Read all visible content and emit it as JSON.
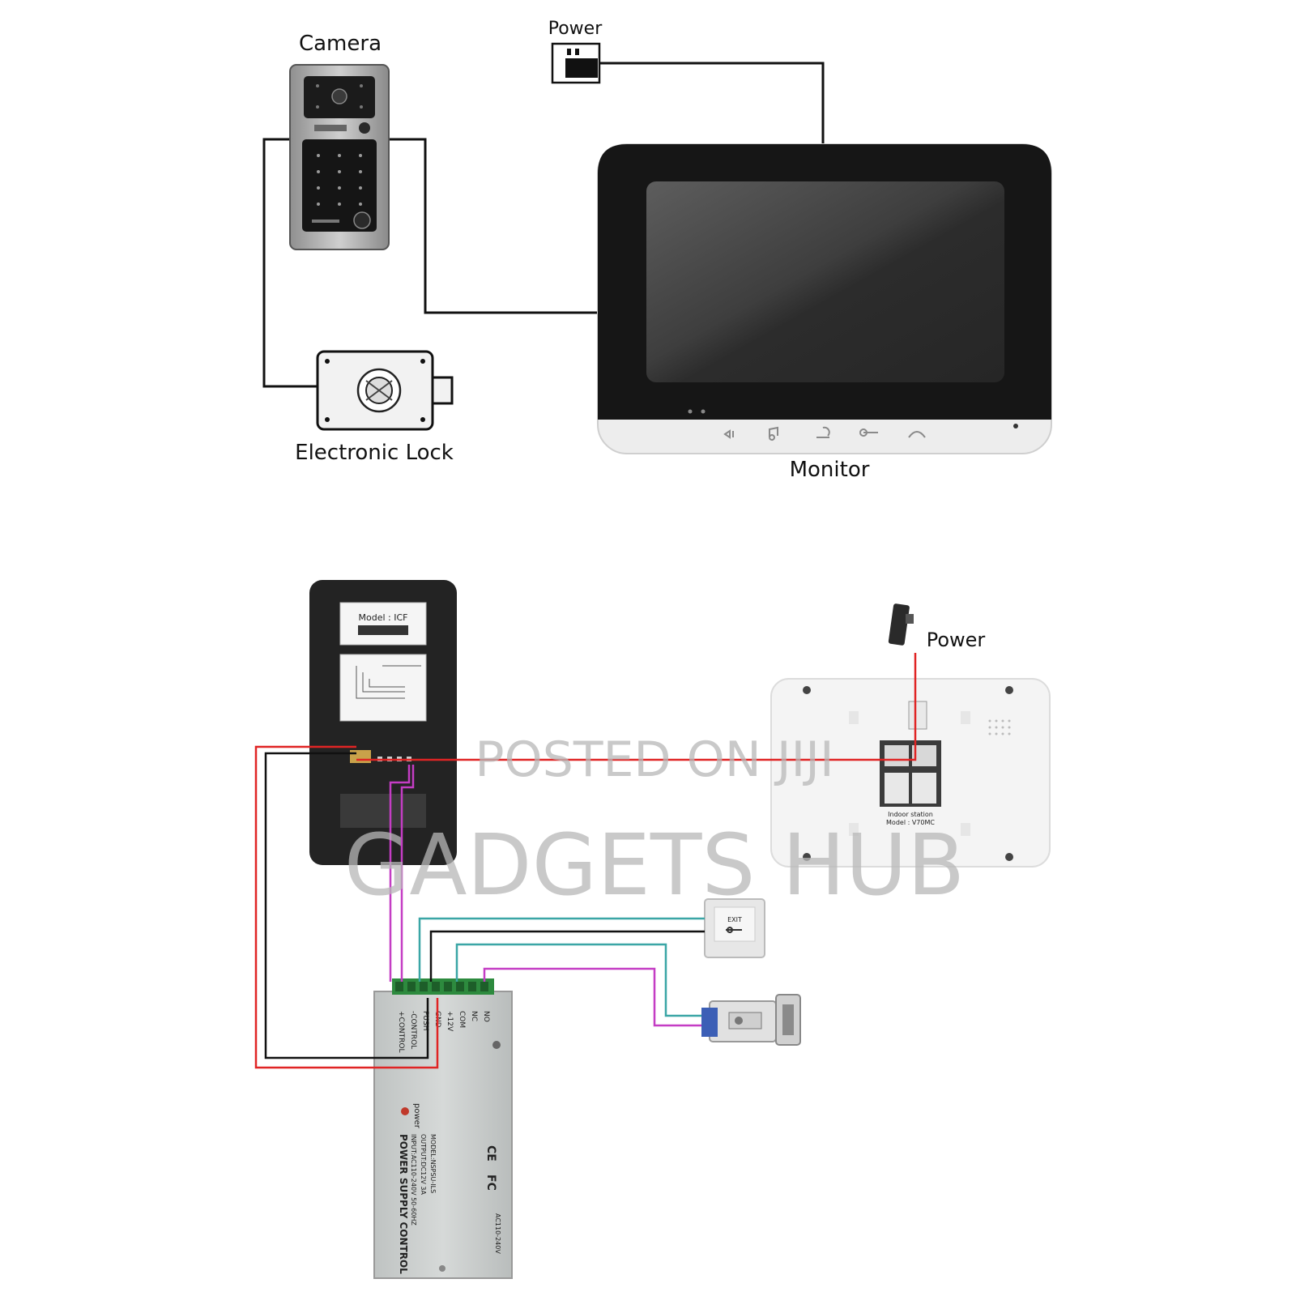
{
  "top_diagram": {
    "labels": {
      "camera": "Camera",
      "power": "Power",
      "electronic_lock": "Electronic Lock",
      "monitor": "Monitor"
    }
  },
  "bottom_diagram": {
    "labels": {
      "power": "Power"
    },
    "outdoor_unit_sticker": {
      "model": "Model : ICF"
    },
    "indoor_monitor_sticker": {
      "title": "Indoor station",
      "model": "Model : V70MC"
    },
    "power_supply": {
      "terminals": [
        "+CONTROL",
        "-CONTROL",
        "PUSH",
        "GND",
        "+12V",
        "COM",
        "NC",
        "NO"
      ],
      "title": "POWER SUPPLY CONTROL",
      "specs": [
        "INPUT:AC110-240V 50-60HZ",
        "OUTPUT:DC12V 3A",
        "MODEL:NSPSU-ILS"
      ],
      "power_led_label": "power",
      "ac_label": "AC110-240V",
      "ce_mark": "CE",
      "fc_mark": "FC"
    },
    "exit_button": {
      "text": "EXIT"
    }
  },
  "watermark": {
    "line1": "POSTED ON JIJI",
    "line2": "GADGETS HUB"
  },
  "colors": {
    "wire_black": "#111111",
    "wire_red": "#e02424",
    "wire_magenta": "#c43dc4",
    "wire_teal": "#3aa6a6",
    "monitor_bezel": "#1a1a1a",
    "camera_panel": "#a8a8a8"
  }
}
